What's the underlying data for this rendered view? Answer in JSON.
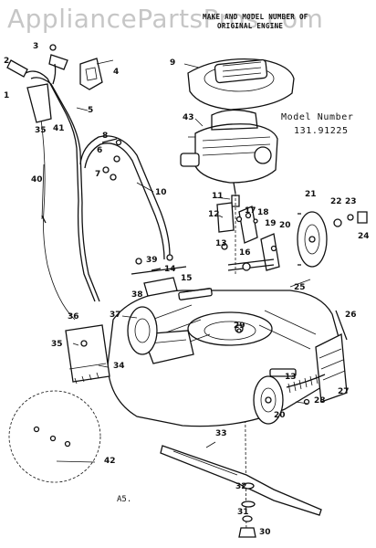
{
  "watermark": "AppliancePartsPros.com",
  "header": {
    "line1": "MAKE AND MODEL NUMBER OF",
    "line2": "ORIGINAL ENGINE"
  },
  "model": {
    "label": "Model Number",
    "number": "131.91225"
  },
  "footer_code": "A5.",
  "callouts": {
    "c1": "1",
    "c2": "2",
    "c3": "3",
    "c4": "4",
    "c5": "5",
    "c6": "6",
    "c7": "7",
    "c8": "8",
    "c9": "9",
    "c10": "10",
    "c11": "11",
    "c12": "12",
    "c13a": "13",
    "c13b": "13",
    "c14": "14",
    "c15": "15",
    "c16": "16",
    "c17": "17",
    "c18": "18",
    "c19": "19",
    "c20a": "20",
    "c20b": "20",
    "c21": "21",
    "c22": "22",
    "c23": "23",
    "c24": "24",
    "c25": "25",
    "c26": "26",
    "c27": "27",
    "c28": "28",
    "c29": "29",
    "c30": "30",
    "c31": "31",
    "c32": "32",
    "c33": "33",
    "c34": "34",
    "c35a": "35",
    "c35b": "35",
    "c36": "36",
    "c37": "37",
    "c38": "38",
    "c39": "39",
    "c40": "40",
    "c41": "41",
    "c42": "42",
    "c43": "43"
  }
}
